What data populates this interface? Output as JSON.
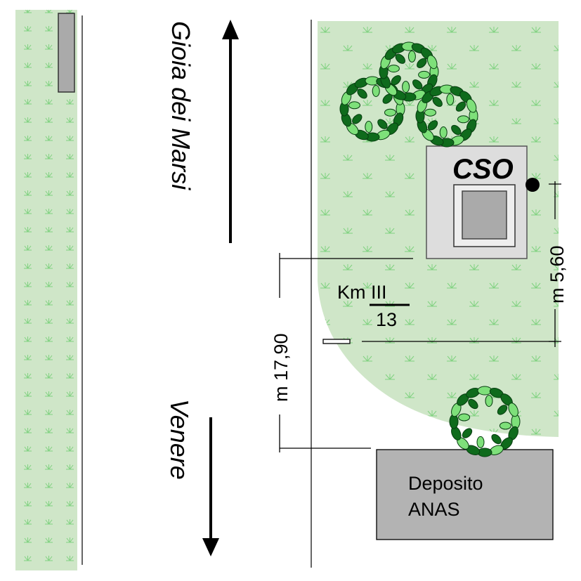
{
  "labels": {
    "north_direction": "Gioia dei Marsi",
    "south_direction": "Venere",
    "station": "CSO",
    "km_top": "Km III",
    "km_bottom": "13",
    "distance_vertical": "m 17,90",
    "distance_offset": "m 5,60",
    "depot_line1": "Deposito",
    "depot_line2": "ANAS"
  },
  "colors": {
    "grass": "#cfe6c8",
    "grass_mark": "#7fd17f",
    "tree_dark": "#0f6b1c",
    "tree_light": "#7ee07a",
    "station_fill": "#dddddd",
    "depot_fill": "#b3b3b3",
    "line": "#000000"
  }
}
